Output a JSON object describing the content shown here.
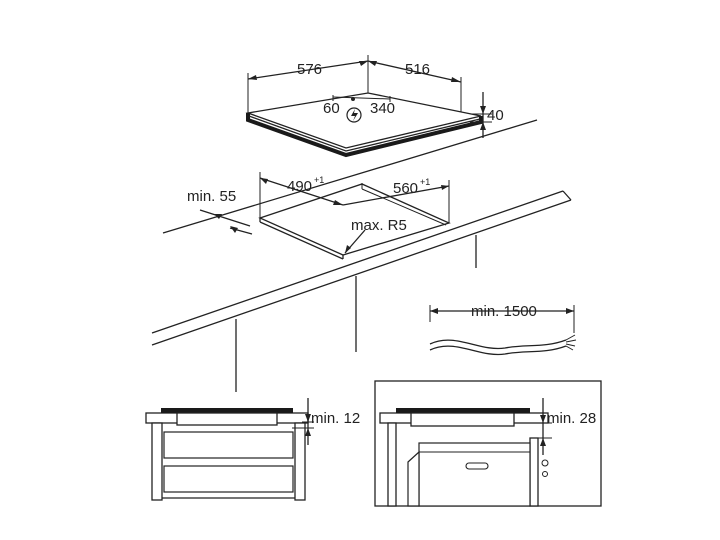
{
  "hob_top": {
    "width_label": "576",
    "depth_label": "516",
    "height_label": "40",
    "conn_left_label": "60",
    "conn_right_label": "340",
    "power_icon": "lightning-bolt-icon"
  },
  "cutout": {
    "width_label": "490",
    "width_tol": "+1",
    "depth_label": "560",
    "depth_tol": "+1",
    "front_margin_label": "min. 55",
    "corner_radius_label": "max. R5"
  },
  "cable": {
    "length_label": "min. 1500"
  },
  "install_left": {
    "clearance_label": "min. 12"
  },
  "install_right": {
    "clearance_label": "min. 28"
  }
}
